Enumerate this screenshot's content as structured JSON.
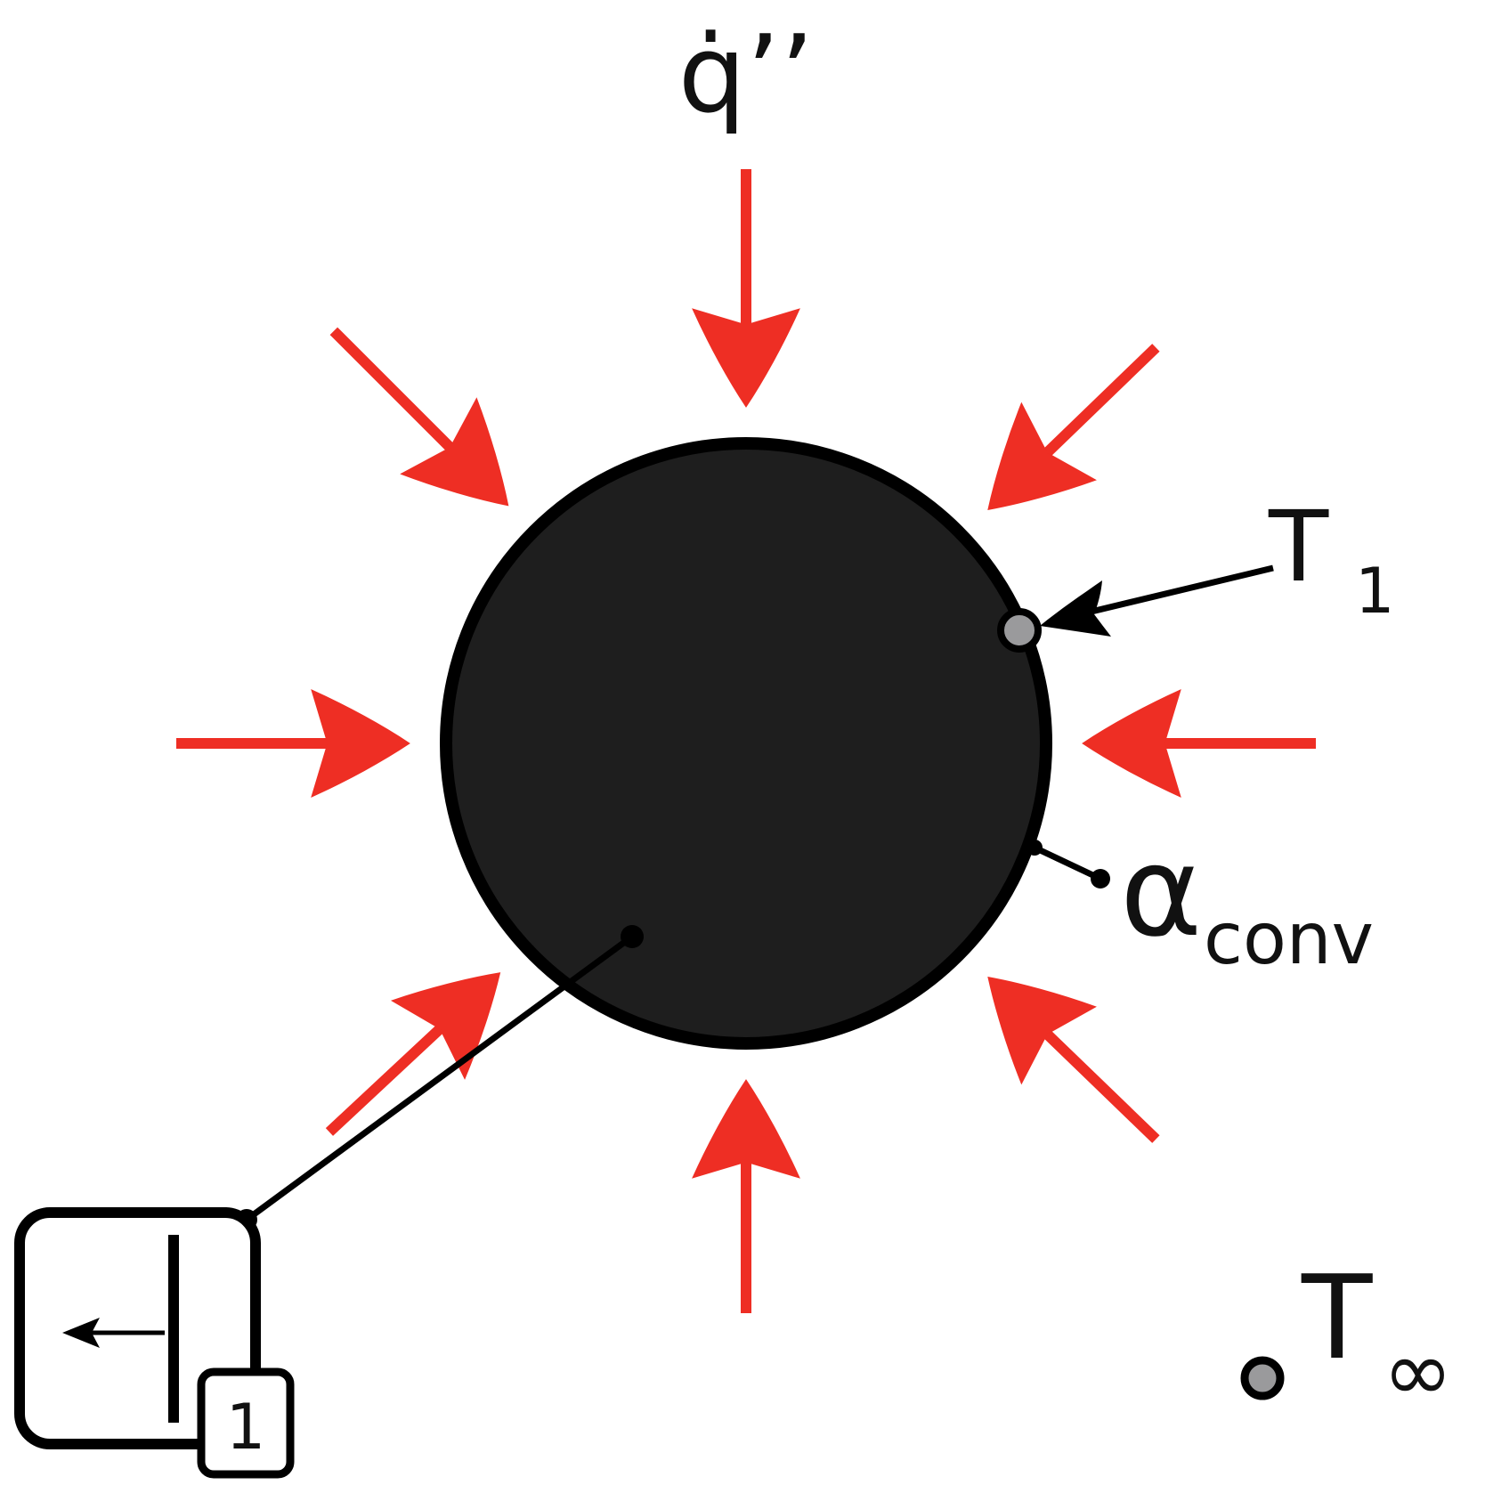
{
  "labels": {
    "heat_flux": "q̇’’",
    "surface_temperature_main": "T",
    "surface_temperature_sub": "1",
    "convection_main": "α",
    "convection_sub": "conv",
    "ambient_temperature_main": "T",
    "ambient_temperature_sub": "∞",
    "indicator_badge": "1"
  },
  "colors": {
    "flux_arrow": "#ee2e24",
    "sphere_fill": "#1e1e1e",
    "outline": "#000000",
    "marker_fill": "#9a9a9c",
    "background": "#ffffff"
  },
  "icons": {
    "indicator": "length-arrow-box-icon",
    "surface_marker": "temperature-point-icon",
    "ambient_marker": "ambient-point-icon"
  }
}
